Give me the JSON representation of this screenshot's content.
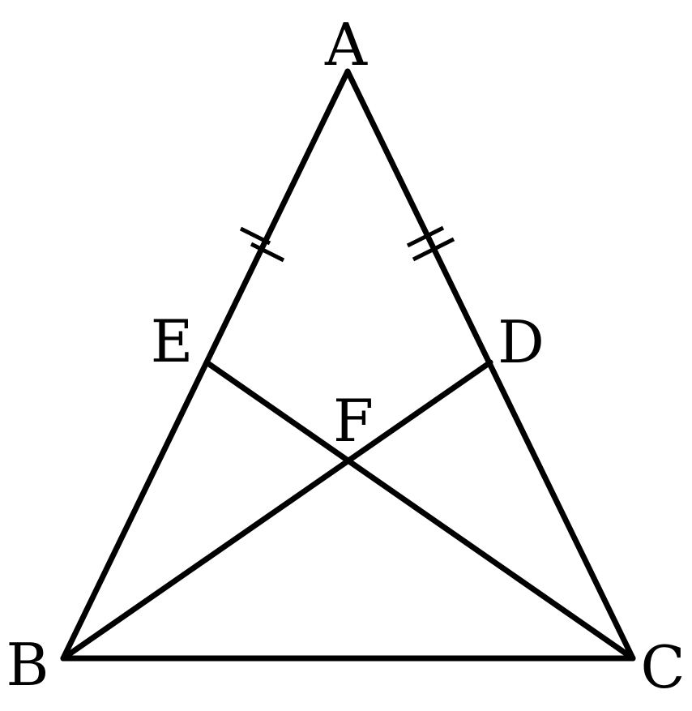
{
  "points": {
    "A": "A",
    "B": "B",
    "C": "C",
    "D": "D",
    "E": "E",
    "F": "F"
  },
  "segments": [
    "AB",
    "AC",
    "BC",
    "BD",
    "CE"
  ],
  "equal_marks": [
    "AE",
    "AD"
  ],
  "colors": {
    "stroke": "#000000",
    "background": "#ffffff"
  }
}
